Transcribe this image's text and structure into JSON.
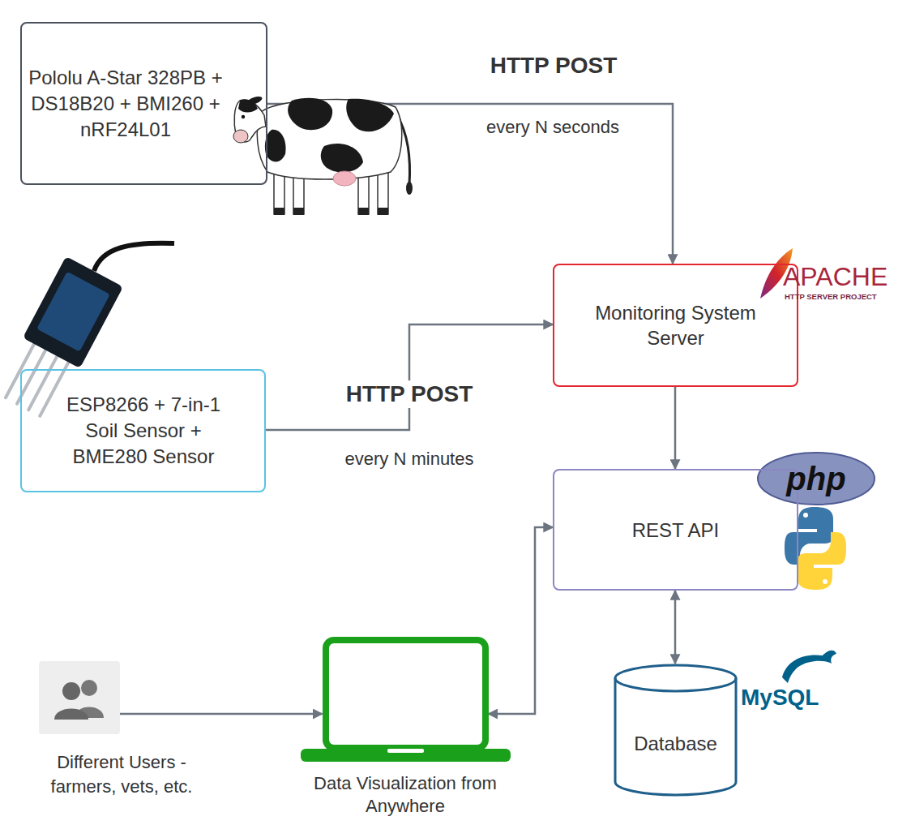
{
  "diagram": {
    "nodes": [
      {
        "text": [
          "Pololu A-Star 328PB + DS18B20 + BMI260 + nRF24L01"
        ]
      },
      {
        "text": [
          "Monitoring System Server"
        ]
      },
      {
        "text": [
          "ESP8266 + 7-in-1 Soil Sensor + BME280 Sensor"
        ]
      },
      {
        "text": [
          "REST API"
        ]
      },
      {
        "text": [
          "Data Visualization from Anywhere"
        ]
      },
      {
        "text": [
          "Database"
        ]
      },
      {
        "text": [
          "Different Users - farmers, vets, etc."
        ]
      }
    ],
    "edges": [
      {
        "from": 0,
        "to": 1,
        "arrow": "to",
        "label": "HTTP POST"
      },
      {
        "from": 2,
        "to": 1,
        "arrow": "to",
        "label": "HTTP POST"
      },
      {
        "from": 1,
        "to": 3,
        "arrow": "to"
      },
      {
        "from": 3,
        "to": 5,
        "arrow": "both"
      },
      {
        "from": 3,
        "to": 4,
        "arrow": "both"
      },
      {
        "from": 6,
        "to": 4,
        "arrow": "to"
      }
    ],
    "labels": [
      "every N seconds",
      "every N minutes",
      "APACHE",
      "HTTP SERVER PROJECT",
      "php",
      "MySQL"
    ]
  }
}
